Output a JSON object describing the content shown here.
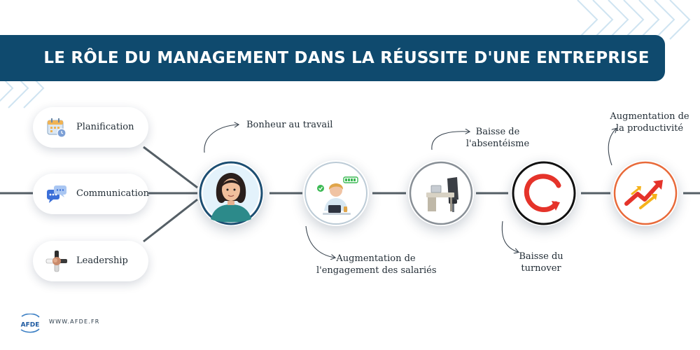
{
  "header": {
    "title": "LE RÔLE DU MANAGEMENT DANS LA RÉUSSITE D'UNE ENTREPRISE"
  },
  "pillars": [
    {
      "label": "Planification",
      "icon": "calendar-icon"
    },
    {
      "label": "Communication",
      "icon": "chat-icon"
    },
    {
      "label": "Leadership",
      "icon": "teamwork-hands-icon"
    }
  ],
  "steps": [
    {
      "caption_lines": [
        "Bonheur au travail"
      ],
      "icon": "woman-avatar-icon"
    },
    {
      "caption_lines": [
        "Augmentation de",
        "l'engagement des salariés"
      ],
      "icon": "engaged-employee-icon"
    },
    {
      "caption_lines": [
        "Baisse de",
        "l'absentéisme"
      ],
      "icon": "empty-desk-icon"
    },
    {
      "caption_lines": [
        "Baisse du",
        "turnover"
      ],
      "icon": "circular-arrow-icon"
    },
    {
      "caption_lines": [
        "Augmentation de",
        "la productivité"
      ],
      "icon": "growth-arrows-icon"
    }
  ],
  "footer": {
    "logo_text": "AFDE",
    "website": "WWW.AFDE.FR"
  },
  "colors": {
    "banner": "#0f4a6e",
    "connector": "#555f66",
    "accent_red": "#e5332a",
    "accent_yellow": "#f5b21a",
    "decor_blue": "#cfe4f1"
  }
}
